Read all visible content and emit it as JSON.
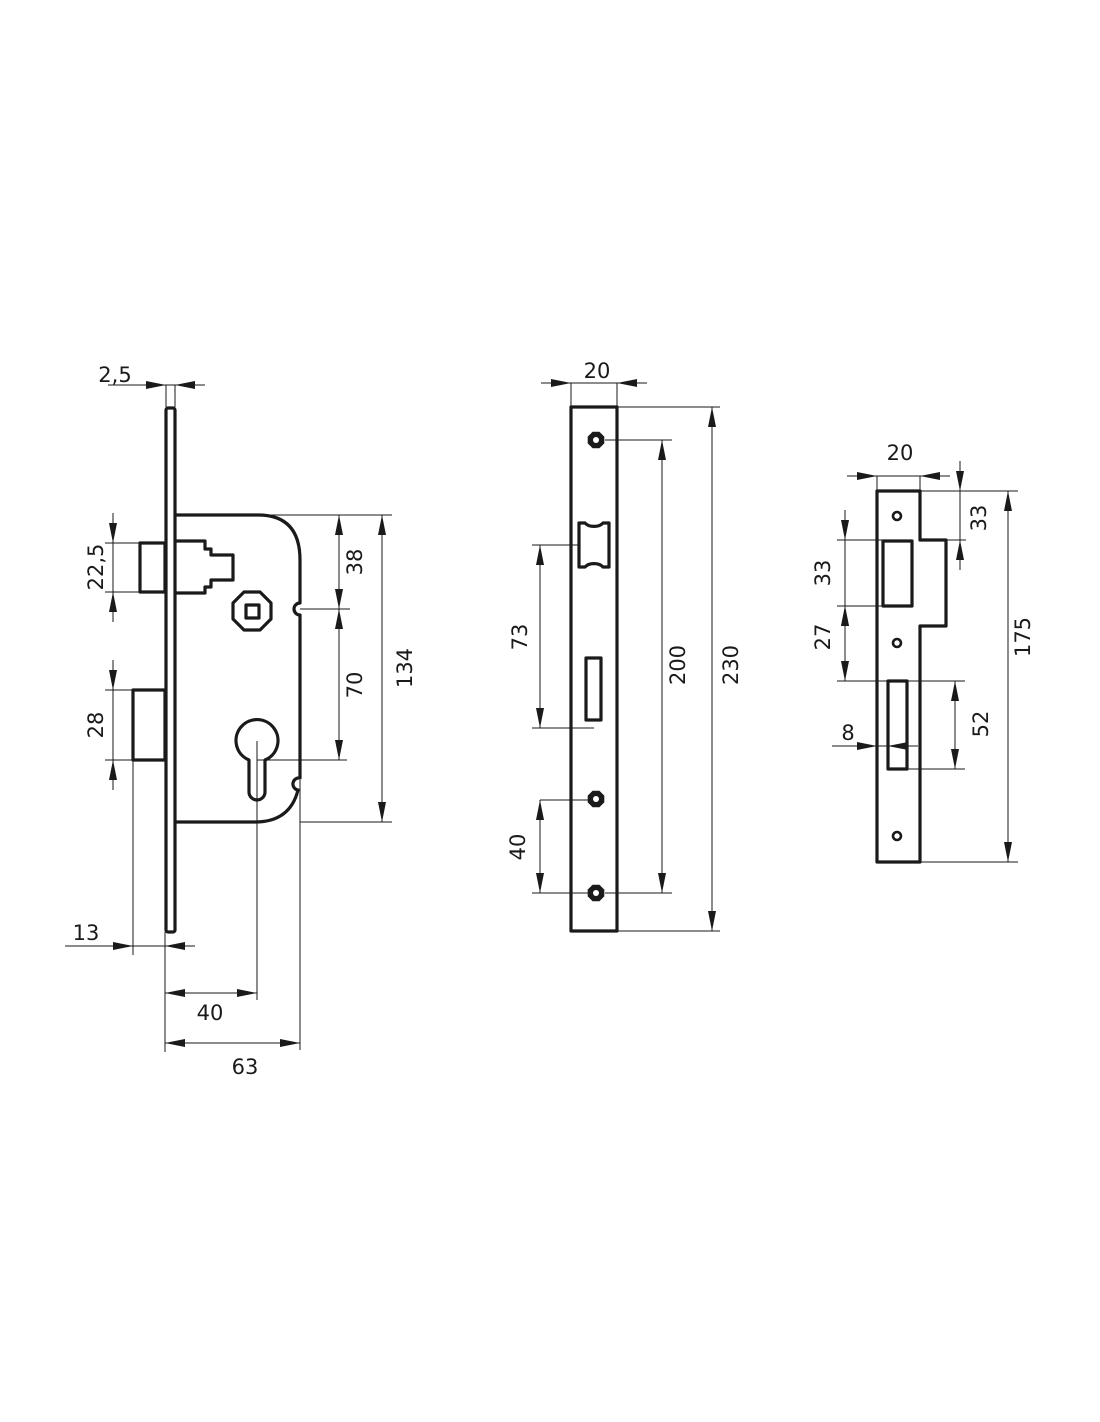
{
  "drawing": {
    "colors": {
      "line": "#1a1a1a",
      "background": "#ffffff"
    },
    "mortise_lock": {
      "faceplate_thickness": "2,5",
      "latch_height": "22,5",
      "deadbolt_height": "28",
      "top_to_follower": "38",
      "follower_to_cylinder": "70",
      "case_height": "134",
      "deadbolt_throw": "13",
      "backset": "40",
      "case_depth": "63"
    },
    "faceplate": {
      "width": "20",
      "latch_to_bolt": "73",
      "screw_spacing": "200",
      "length": "230",
      "lower_screw_spacing": "40"
    },
    "strike_plate": {
      "width": "20",
      "lip_offset": "33",
      "latch_hole_height": "33",
      "hole_gap": "27",
      "bolt_hole_height": "52",
      "bolt_hole_width": "8",
      "length": "175"
    }
  }
}
